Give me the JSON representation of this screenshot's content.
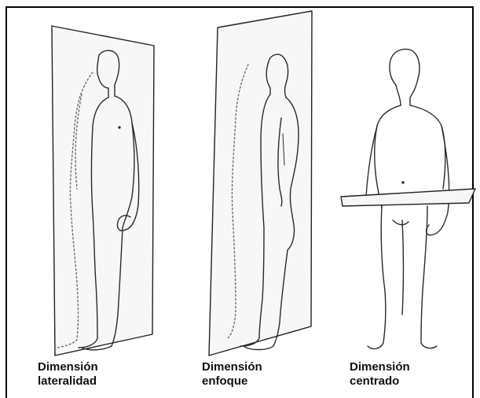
{
  "figures": [
    {
      "id": "lateralidad",
      "line1": "Dimensión",
      "line2": "lateralidad"
    },
    {
      "id": "enfoque",
      "line1": "Dimensión",
      "line2": "enfoque"
    },
    {
      "id": "centrado",
      "line1": "Dimensión",
      "line2": "centrado"
    }
  ],
  "colors": {
    "border": "#000000",
    "line": "#2a2a2a",
    "dotted": "#6b6b6b",
    "plane_fill": "#f7f7f7"
  }
}
